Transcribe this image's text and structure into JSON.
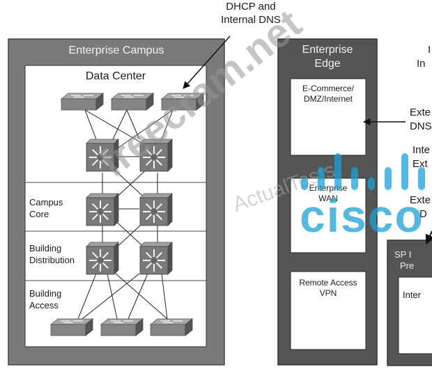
{
  "callouts": {
    "dhcp_line1": "DHCP and",
    "dhcp_line2": "Internal DNS",
    "right_top_1": "I",
    "right_top_2": "In",
    "ext_dns_1": "Exte",
    "ext_dns_2": "DNS",
    "int_ext_1": "Inte",
    "int_ext_2": "Ext",
    "ext_d_1": "Exte",
    "ext_d_2": "D"
  },
  "campus": {
    "title": "Enterprise Campus",
    "data_center_label": "Data Center",
    "layers": [
      {
        "line1": "Campus",
        "line2": "Core"
      },
      {
        "line1": "Building",
        "line2": "Distribution"
      },
      {
        "line1": "Building",
        "line2": "Access"
      }
    ]
  },
  "edge": {
    "title_line1": "Enterprise",
    "title_line2": "Edge",
    "modules": [
      {
        "line1": "E-Commerce/",
        "line2": "DMZ/Internet",
        "icon": "server-icon"
      },
      {
        "line1": "Enterprise",
        "line2": "WAN",
        "icon": "router-icon"
      },
      {
        "line1": "Remote Access",
        "line2": "VPN",
        "icon": "vpn-concentrator-icon"
      }
    ]
  },
  "sp": {
    "title_line1": "SP I",
    "title_line2": "Pre",
    "inner_label": "Inter"
  },
  "watermarks": {
    "main": "freecram.net",
    "secondary": "ActualTests",
    "brand": "cisco"
  },
  "colors": {
    "campus_frame": "#7a7a7a",
    "edge_frame": "#555555",
    "device": "#7d7d7d",
    "cisco_blue": "#1ba0d7"
  }
}
